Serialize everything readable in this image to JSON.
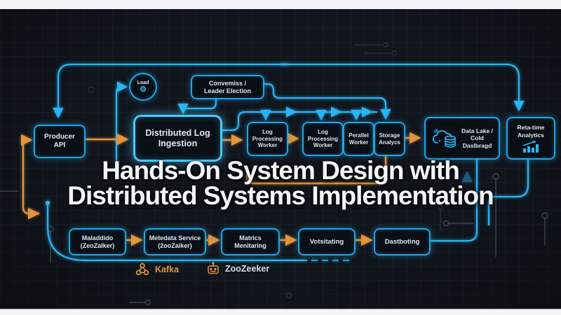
{
  "title": {
    "line1": "Hands-On System Design with",
    "line2": "Distributed Systems Implementation"
  },
  "colors": {
    "background": "#11151c",
    "wire_cyan": "#2ab4f2",
    "wire_cyan_bright": "#49c9ff",
    "wire_orange": "#e2953c",
    "box_text": "#dfe9f3",
    "title_text": "#f3f4f6"
  },
  "nodes": {
    "producer": {
      "label": "Producer\nAPI"
    },
    "load": {
      "label": "Load",
      "icon": "gear-icon"
    },
    "consensus": {
      "label": "Convemiss /\nLeader Election"
    },
    "ingestion": {
      "label": "Distributed Log\nIngestion"
    },
    "worker1": {
      "label": "Log\nProcessing\nWorker"
    },
    "worker2": {
      "label": "Log\nProcessing\nWorker"
    },
    "worker3": {
      "label": "Perallel\nWorker"
    },
    "worker4": {
      "label": "Storage\nAnalycs"
    },
    "datalake": {
      "label": "Data Lake /\nCold\nDaslbragd",
      "icon": "cloud-database-icon"
    },
    "realtime": {
      "label": "Reta-time\nAnalytics",
      "icon": "bar-chart-icon"
    },
    "metadata1": {
      "label": "Maladdido\n(ZeoZalker)"
    },
    "metadata2": {
      "label": "Metedata Service\n(2ooZaiker)"
    },
    "metadata3": {
      "label": "Matrics\nMenitaring"
    },
    "metadata4": {
      "label": "Votsitating"
    },
    "metadata5": {
      "label": "Dastboting"
    }
  },
  "legend": {
    "kafka": {
      "label": "Kafka",
      "icon": "kafka-icon"
    },
    "zookeeper": {
      "label": "ZooZeeker",
      "icon": "robot-icon"
    }
  }
}
